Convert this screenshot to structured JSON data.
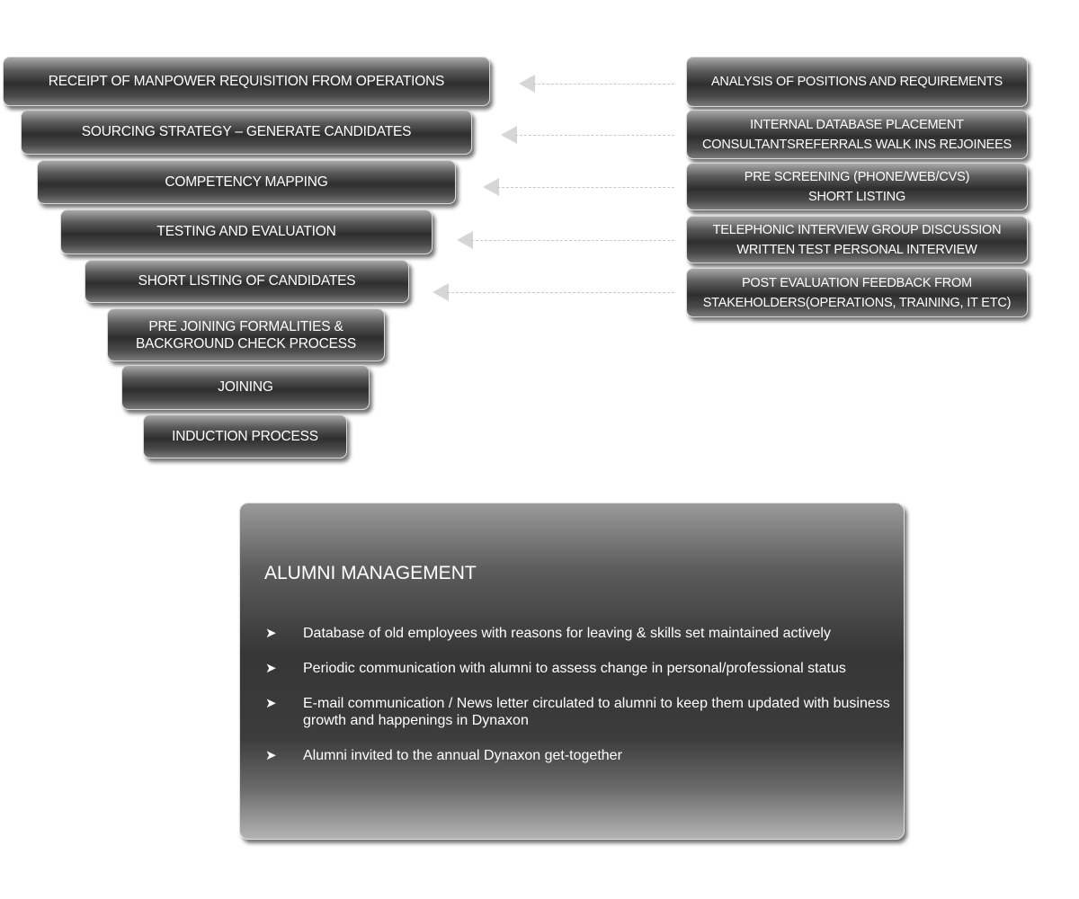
{
  "funnel_steps": [
    "RECEIPT OF MANPOWER REQUISITION FROM OPERATIONS",
    "SOURCING STRATEGY – GENERATE CANDIDATES",
    "COMPETENCY MAPPING",
    "TESTING AND EVALUATION",
    "SHORT LISTING OF CANDIDATES",
    "PRE JOINING FORMALITIES &\nBACKGROUND CHECK PROCESS",
    "JOINING",
    "INDUCTION PROCESS"
  ],
  "details": [
    "ANALYSIS OF POSITIONS AND REQUIREMENTS",
    "INTERNAL DATABASE  PLACEMENT\nCONSULTANTSREFERRALS WALK INS REJOINEES",
    "PRE SCREENING (PHONE/WEB/CVS)\nSHORT LISTING",
    "TELEPHONIC INTERVIEW GROUP DISCUSSION\nWRITTEN TEST  PERSONAL INTERVIEW",
    "POST EVALUATION FEEDBACK FROM\nSTAKEHOLDERS(OPERATIONS, TRAINING, IT ETC)"
  ],
  "alumni": {
    "title": "ALUMNI MANAGEMENT",
    "bullet_icon": "arrowhead-bullet",
    "bullet_glyph": "➤",
    "items": [
      "Database of old employees with reasons for leaving & skills set maintained actively",
      "Periodic communication with alumni to assess change in  personal/professional status",
      "E-mail communication / News letter circulated to alumni to keep them updated with business growth and happenings in  Dynaxon",
      "Alumni invited to the annual Dynaxon get-together"
    ]
  }
}
